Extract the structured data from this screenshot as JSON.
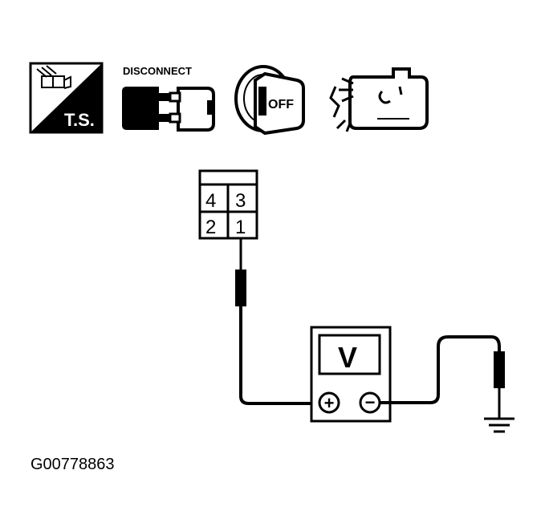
{
  "icons": {
    "ts": {
      "label": "T.S.",
      "icon": "ts-icon"
    },
    "disconnect": {
      "label": "DISCONNECT",
      "icon": "connector-disconnect-icon"
    },
    "ignition": {
      "label": "OFF",
      "icon": "ignition-key-off-icon"
    },
    "engine": {
      "icon": "engine-icon"
    }
  },
  "connector": {
    "terminals": {
      "t4": "4",
      "t3": "3",
      "t2": "2",
      "t1": "1"
    }
  },
  "meter": {
    "display": "V",
    "positive": "+",
    "negative": "−"
  },
  "figure_id": "G00778863"
}
